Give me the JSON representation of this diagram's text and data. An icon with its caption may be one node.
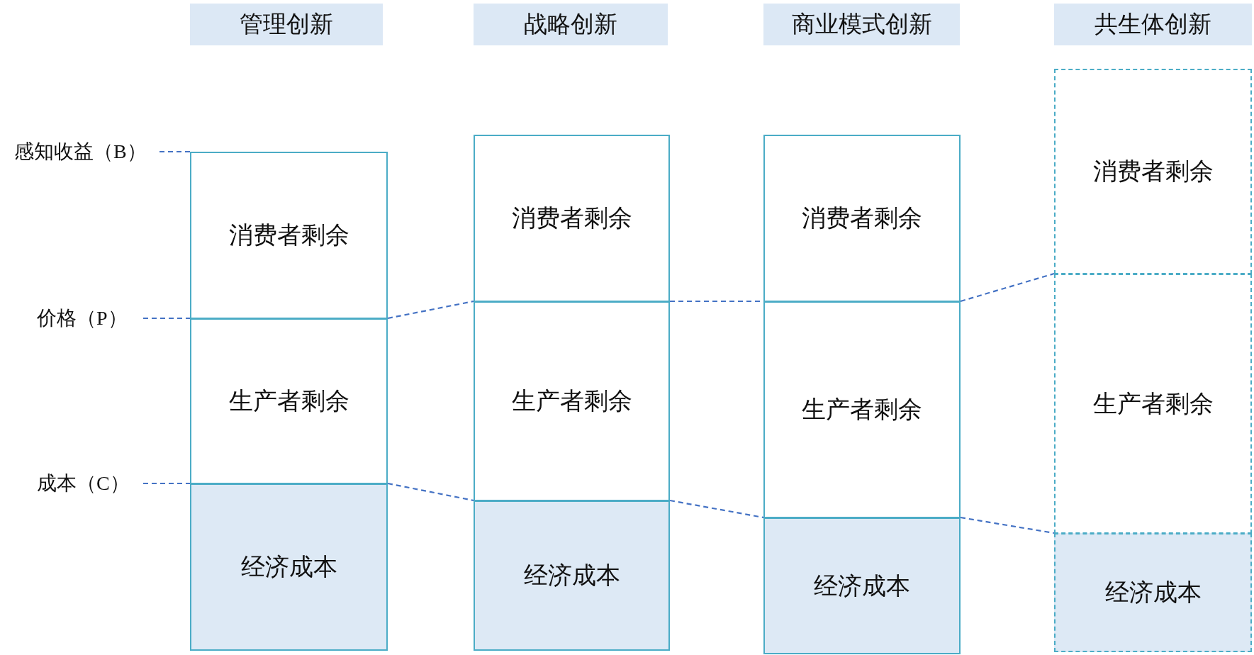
{
  "diagram": {
    "nodes": [
      {
        "text": [
          "管理创新"
        ]
      },
      {
        "text": [
          "战略创新"
        ]
      },
      {
        "text": [
          "商业模式创新"
        ]
      },
      {
        "text": [
          "共生体创新"
        ]
      },
      {
        "text": [
          "消费者剩余"
        ]
      },
      {
        "text": [
          "生产者剩余"
        ]
      },
      {
        "text": [
          "经济成本"
        ]
      },
      {
        "text": [
          "消费者剩余"
        ]
      },
      {
        "text": [
          "生产者剩余"
        ]
      },
      {
        "text": [
          "经济成本"
        ]
      },
      {
        "text": [
          "消费者剩余"
        ]
      },
      {
        "text": [
          "生产者剩余"
        ]
      },
      {
        "text": [
          "经济成本"
        ]
      },
      {
        "text": [
          "消费者剩余"
        ]
      },
      {
        "text": [
          "生产者剩余"
        ]
      },
      {
        "text": [
          "经济成本"
        ]
      },
      {
        "text": [
          "感知收益（B）"
        ]
      },
      {
        "text": [
          "价格（P）"
        ]
      },
      {
        "text": [
          "成本（C）"
        ]
      }
    ],
    "edges": [
      {
        "from": 16,
        "to": 4,
        "arrow": "none",
        "style": "dashed"
      },
      {
        "from": 17,
        "to": 5,
        "arrow": "none",
        "style": "dashed"
      },
      {
        "from": 18,
        "to": 6,
        "arrow": "none",
        "style": "dashed"
      },
      {
        "from": 5,
        "to": 8,
        "arrow": "none",
        "style": "dashed"
      },
      {
        "from": 8,
        "to": 11,
        "arrow": "none",
        "style": "dashed"
      },
      {
        "from": 11,
        "to": 14,
        "arrow": "none",
        "style": "dashed"
      },
      {
        "from": 6,
        "to": 9,
        "arrow": "none",
        "style": "dashed"
      },
      {
        "from": 9,
        "to": 12,
        "arrow": "none",
        "style": "dashed"
      },
      {
        "from": 12,
        "to": 15,
        "arrow": "none",
        "style": "dashed"
      }
    ]
  }
}
